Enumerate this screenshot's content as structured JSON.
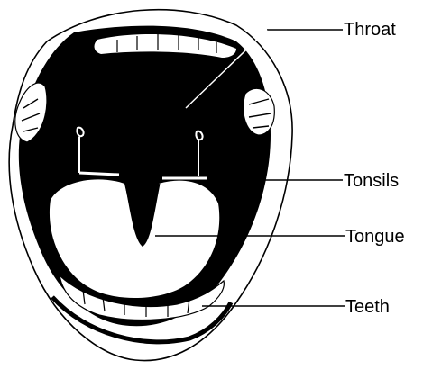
{
  "labels": {
    "throat": "Throat",
    "tonsils": "Tonsils",
    "tongue": "Tongue",
    "teeth": "Teeth"
  },
  "colors": {
    "ink": "#000000",
    "paper": "#ffffff"
  }
}
